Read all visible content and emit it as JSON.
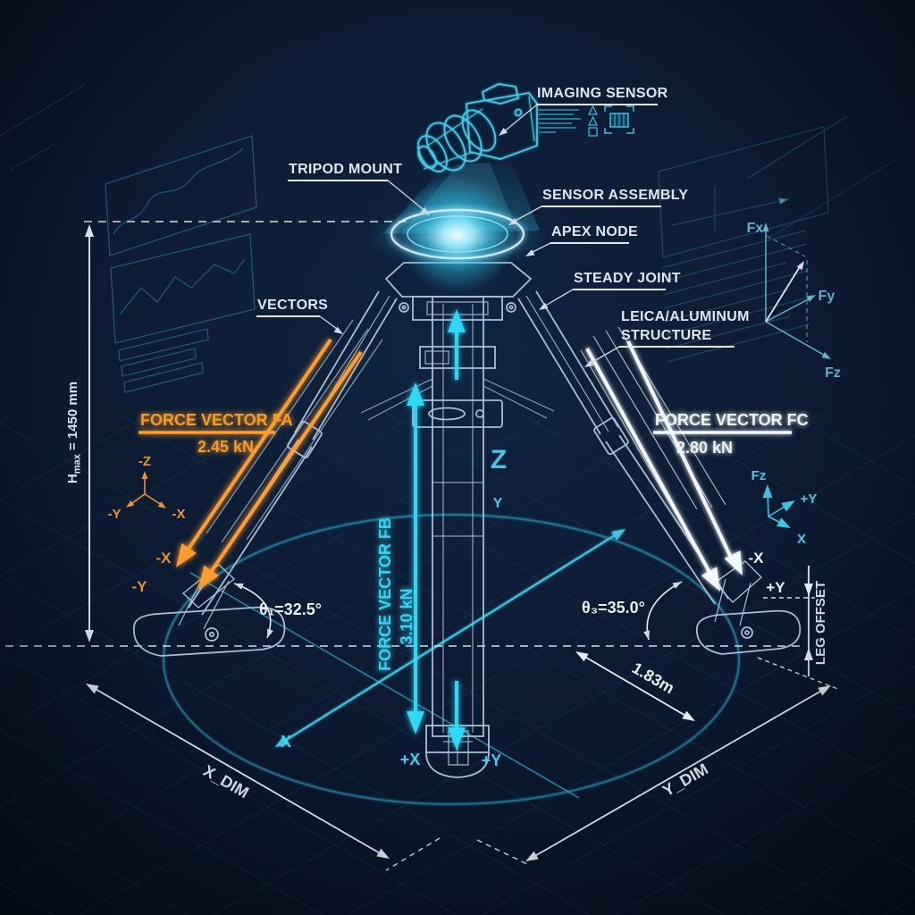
{
  "colors": {
    "background": "#0a1626",
    "cyan": "#35d0ee",
    "orange": "#f79b2a",
    "white": "#edf3f8",
    "steel": "#a7bed2"
  },
  "callouts": {
    "imaging_sensor": "IMAGING SENSOR",
    "tripod_mount": "TRIPOD MOUNT",
    "sensor_assembly": "SENSOR ASSEMBLY",
    "apex_node": "APEX NODE",
    "steady_joint": "STEADY JOINT",
    "structure_line1": "LEICA/ALUMINUM",
    "structure_line2": "STRUCTURE",
    "vectors": "VECTORS"
  },
  "forces": {
    "fa": {
      "title": "FORCE VECTOR FA",
      "value": "2.45 kN"
    },
    "fb": {
      "title": "FORCE VECTOR FB",
      "value": "3.10 kN"
    },
    "fc": {
      "title": "FORCE VECTOR FC",
      "value": "2.80 kN"
    }
  },
  "dimensions": {
    "hmax_prefix": "H",
    "hmax_sub": "max",
    "hmax_rest": " = 1450 mm",
    "theta1": "θ₁=32.5°",
    "theta3": "θ₃=35.0°",
    "leg_span": "1.83m",
    "leg_offset": "LEG OFFSET",
    "x_dim": "X_DIM",
    "y_dim": "Y_DIM"
  },
  "axes": {
    "center": {
      "z": "Z",
      "y": "Y"
    },
    "floor": {
      "x": "X",
      "plus_x": "+X",
      "plus_y": "+Y"
    },
    "left_triad": {
      "neg_z": "-Z",
      "neg_y": "-Y",
      "neg_x": "-X"
    },
    "left_ground": {
      "neg_x": "-X",
      "neg_y": "-Y"
    },
    "right_triad": {
      "fz": "Fz",
      "plus_y": "+Y",
      "x": "X"
    },
    "right_ground": {
      "neg_x": "-X",
      "plus_y": "+Y"
    },
    "force_triad": {
      "fx": "Fx",
      "fy": "Fy",
      "fz": "Fz"
    }
  }
}
